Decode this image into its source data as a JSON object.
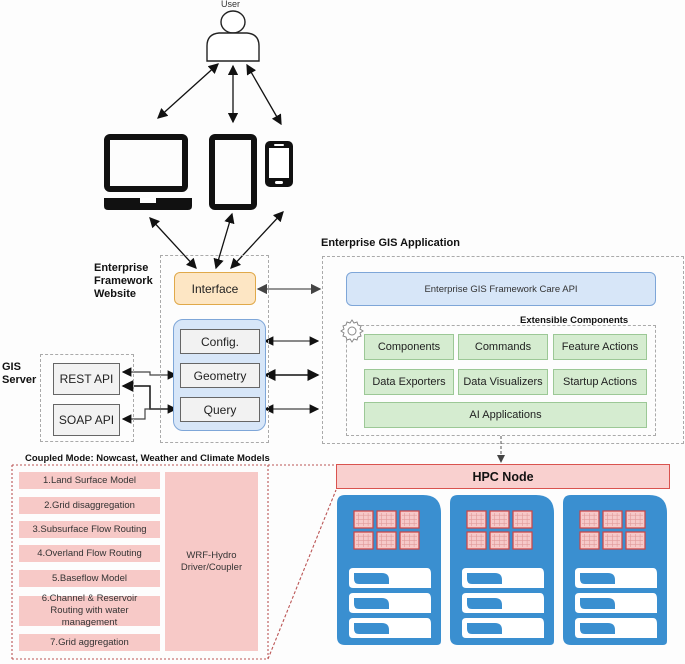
{
  "user": {
    "label": "User"
  },
  "website": {
    "title": "Enterprise Framework Website",
    "title_lines": [
      "Enterprise",
      "Framework",
      "Website"
    ],
    "interface_label": "Interface",
    "modules": [
      "Config.",
      "Geometry",
      "Query"
    ]
  },
  "gis_server": {
    "title_lines": [
      "GIS",
      "Server"
    ],
    "apis": [
      "REST API",
      "SOAP API"
    ]
  },
  "gis_app": {
    "title": "Enterprise GIS Application",
    "core_api": "Enterprise GIS Framework Care API",
    "extensible": {
      "title": "Extensible Components",
      "items": [
        "Components",
        "Commands",
        "Feature Actions",
        "Data Exporters",
        "Data Visualizers",
        "Startup Actions"
      ],
      "wide_item": "AI Applications"
    }
  },
  "coupled": {
    "title": "Coupled Mode: Nowcast, Weather and Climate Models",
    "steps": [
      "1.Land Surface Model",
      "2.Grid disaggregation",
      "3.Subsurface Flow Routing",
      "4.Overland Flow Routing",
      "5.Baseflow Model",
      "6.Channel & Reservoir Routing with water management",
      "7.Grid aggregation"
    ],
    "driver_lines": [
      "WRF-Hydro",
      "Driver/Coupler"
    ]
  },
  "hpc": {
    "title": "HPC Node",
    "server_count": 3
  },
  "colors": {
    "interface_fill": "#fde6c4",
    "interface_border": "#e0a94a",
    "blue_fill": "#d7e6f8",
    "blue_border": "#7ea6d8",
    "green_fill": "#d5ecd0",
    "pink_fill": "#f7c9c7",
    "hpc_border": "#d9534f",
    "server_blue": "#3a8fd0"
  }
}
